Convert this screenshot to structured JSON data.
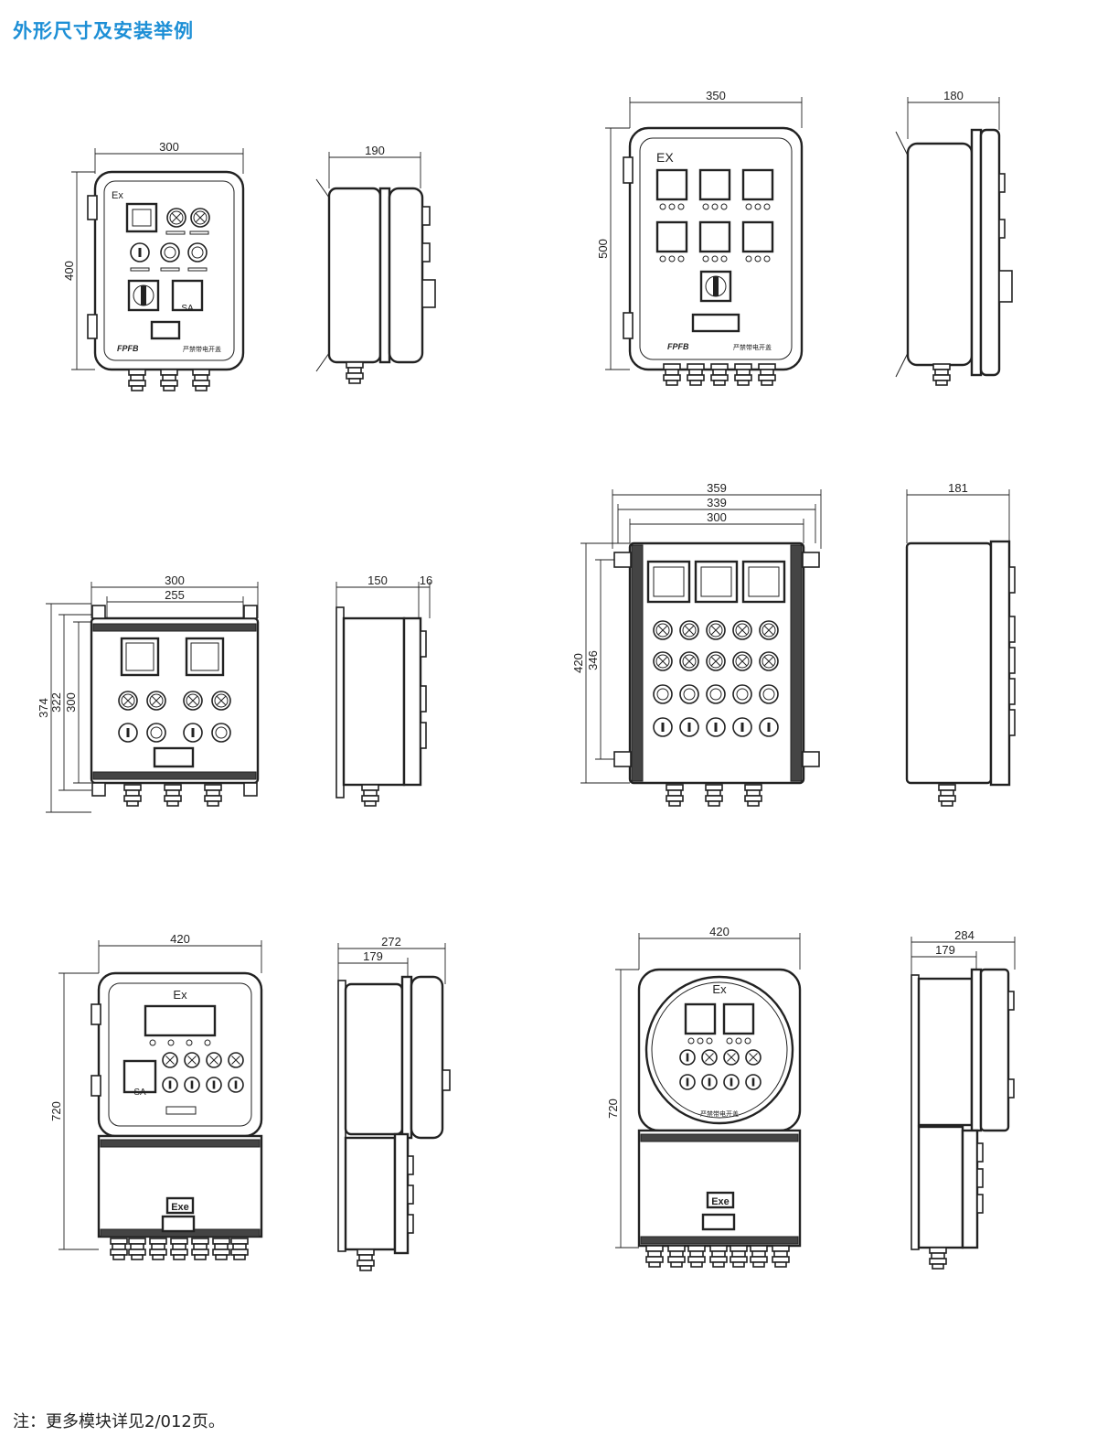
{
  "header": {
    "title": "外形尺寸及安装举例"
  },
  "footer": {
    "note": "注：更多模块详见2/012页。"
  },
  "diagram1": {
    "front": {
      "width": "300",
      "height": "400",
      "ex_mark": "Ex",
      "rotary_label": "SA",
      "brand": "FPFB",
      "maker_text": "严禁带电开盖"
    },
    "side": {
      "depth": "190"
    }
  },
  "diagram2": {
    "front": {
      "width": "350",
      "height": "500",
      "ex_mark": "EX",
      "brand": "FPFB",
      "maker_text": "严禁带电开盖"
    },
    "side": {
      "depth": "180"
    }
  },
  "diagram3": {
    "front": {
      "width_overall": "300",
      "width_mount": "255",
      "height_overall": "374",
      "height_mid": "322",
      "height_body": "300"
    },
    "side": {
      "depth": "150",
      "flange": "16"
    }
  },
  "diagram4": {
    "front": {
      "width_overall": "359",
      "width_mid": "339",
      "width_body": "300",
      "height_overall": "420",
      "height_mount": "346"
    },
    "side": {
      "depth": "181"
    }
  },
  "diagram5": {
    "front": {
      "width": "420",
      "height": "720",
      "ex_mark": "Ex",
      "lower_mark": "Exe",
      "rotary_label": "SA"
    },
    "side": {
      "depth_overall": "272",
      "depth_lower": "179"
    }
  },
  "diagram6": {
    "front": {
      "width": "420",
      "height": "720",
      "ex_mark": "Ex",
      "lower_mark": "Exe",
      "maker_text": "严禁带电开盖"
    },
    "side": {
      "depth_overall": "284",
      "depth_lower": "179"
    }
  }
}
